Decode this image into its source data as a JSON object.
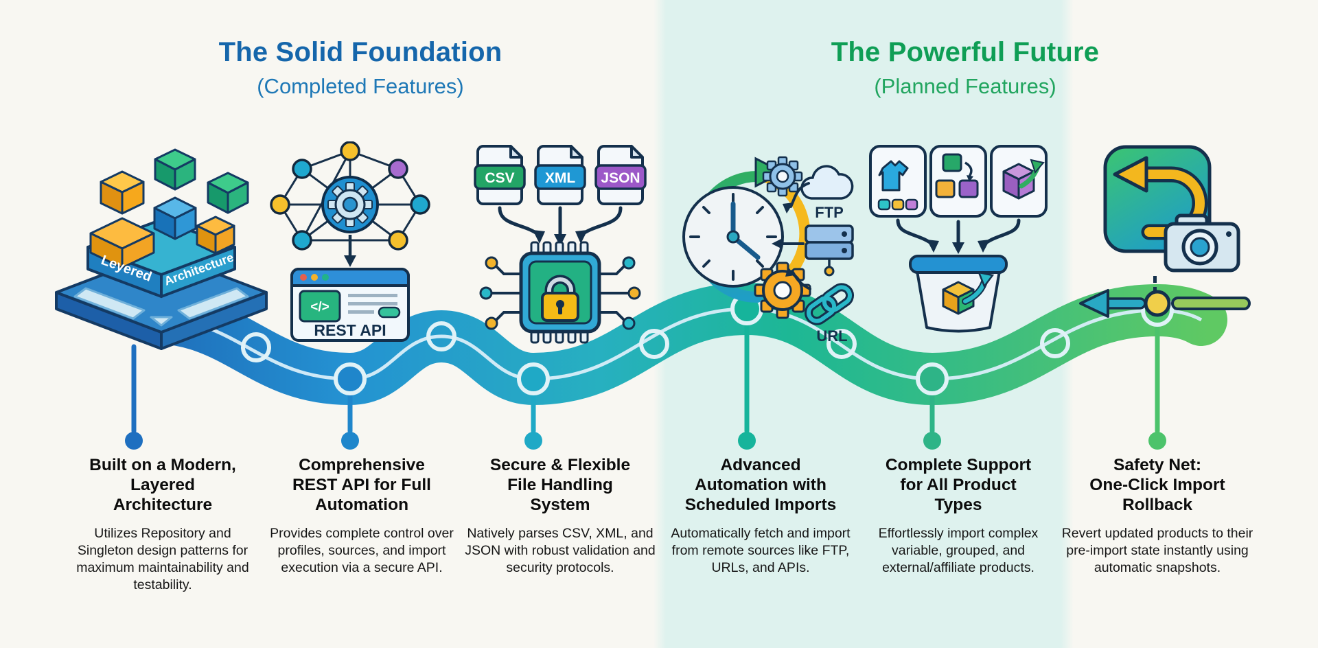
{
  "sections": {
    "completed": {
      "title": "The Solid Foundation",
      "subtitle": "(Completed Features)",
      "title_color": "#1566ab",
      "subtitle_color": "#1e78b6"
    },
    "planned": {
      "title": "The Powerful Future",
      "subtitle": "(Planned Features)",
      "title_color": "#0f9e55",
      "subtitle_color": "#21a55f"
    }
  },
  "milestones": [
    {
      "title": "Built on a Modern,\nLayered\nArchitecture",
      "description": "Utilizes Repository and Singleton design patterns for maximum maintainability and testability.",
      "accent": "#1e6fc0",
      "icon": "layered-architecture-icon"
    },
    {
      "title": "Comprehensive\nREST API for Full\nAutomation",
      "description": "Provides complete control over profiles, sources, and import execution via a secure API.",
      "accent": "#1f86cb",
      "icon": "rest-api-icon"
    },
    {
      "title": "Secure & Flexible\nFile Handling\nSystem",
      "description": "Natively parses CSV, XML, and JSON with robust validation and security protocols.",
      "accent": "#1fa9c6",
      "icon": "file-handling-icon"
    },
    {
      "title": "Advanced\nAutomation with\nScheduled Imports",
      "description": "Automatically fetch and import from remote sources like FTP, URLs, and APIs.",
      "accent": "#16b49b",
      "icon": "scheduled-imports-icon"
    },
    {
      "title": "Complete Support\nfor All Product\nTypes",
      "description": "Effortlessly import complex variable, grouped, and external/affiliate products.",
      "accent": "#2eb487",
      "icon": "product-types-icon"
    },
    {
      "title": "Safety Net:\nOne-Click Import\nRollback",
      "description": "Revert updated products to their pre-import state instantly using automatic snapshots.",
      "accent": "#4cc36b",
      "icon": "rollback-icon"
    }
  ],
  "icon_labels": {
    "layered_line1": "Leyered",
    "layered_line2": "Architecture",
    "rest_api": "REST API",
    "rest_code": "</>",
    "file_csv": "CSV",
    "file_xml": "XML",
    "file_json": "JSON",
    "ftp": "FTP",
    "url": "URL"
  },
  "timeline": {
    "gradient": [
      "#1d64b4",
      "#2492d2",
      "#27b0c0",
      "#1db795",
      "#3fbe7e",
      "#5fc963"
    ],
    "center_line_color": "#d9eef9",
    "ring_color": "#e0f2f7"
  }
}
